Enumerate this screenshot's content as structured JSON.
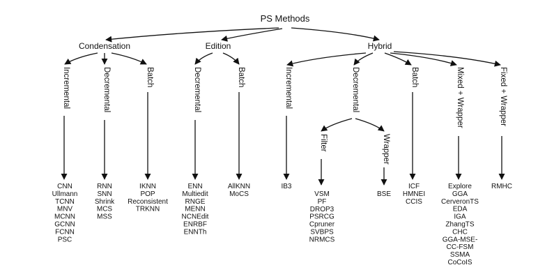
{
  "root": "PS Methods",
  "categories": {
    "condensation": "Condensation",
    "edition": "Edition",
    "hybrid": "Hybrid"
  },
  "branches": {
    "cond_incremental": "Incremental",
    "cond_decremental": "Decremental",
    "cond_batch": "Batch",
    "ed_decremental": "Decremental",
    "ed_batch": "Batch",
    "hy_incremental": "Incremental",
    "hy_decremental": "Decremental",
    "hy_batch": "Batch",
    "hy_mixed": "Mixed + Wrapper",
    "hy_fixed": "Fixed + Wrapper",
    "hy_filter": "Filter",
    "hy_wrapper": "Wrapper"
  },
  "methods": {
    "cond_incremental": [
      "CNN",
      "Ullmann",
      "TCNN",
      "MNV",
      "MCNN",
      "GCNN",
      "FCNN",
      "PSC"
    ],
    "cond_decremental": [
      "RNN",
      "SNN",
      "Shrink",
      "MCS",
      "MSS"
    ],
    "cond_batch": [
      "IKNN",
      "POP",
      "Reconsistent",
      "TRKNN"
    ],
    "ed_decremental": [
      "ENN",
      "Multiedit",
      "RNGE",
      "MENN",
      "NCNEdit",
      "ENRBF",
      "ENNTh"
    ],
    "ed_batch": [
      "AllKNN",
      "MoCS"
    ],
    "hy_incremental": [
      "IB3"
    ],
    "hy_filter": [
      "VSM",
      "PF",
      "DROP3",
      "PSRCG",
      "Cpruner",
      "SVBPS",
      "NRMCS"
    ],
    "hy_wrapper": [
      "BSE"
    ],
    "hy_batch": [
      "ICF",
      "HMNEI",
      "CCIS"
    ],
    "hy_mixed": [
      "Explore",
      "GGA",
      "CerveronTS",
      "EDA",
      "IGA",
      "ZhangTS",
      "CHC",
      "GGA-MSE-",
      "CC-FSM",
      "SSMA",
      "CoCoIS"
    ],
    "hy_fixed": [
      "RMHC"
    ]
  }
}
